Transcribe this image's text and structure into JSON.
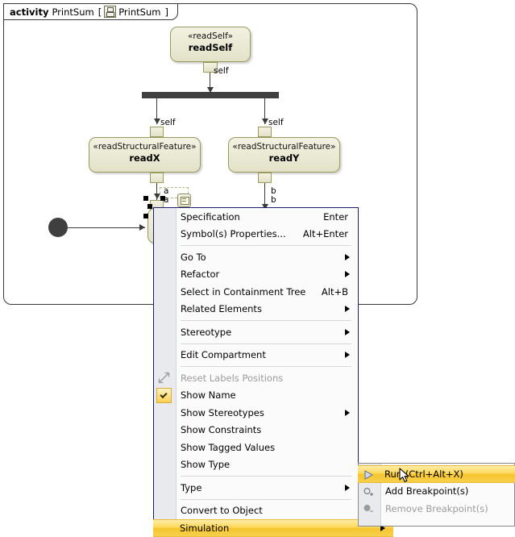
{
  "diagram": {
    "frame_header": {
      "keyword": "activity",
      "name": "PrintSum",
      "bracket_open": "[",
      "icon": "activity-diagram-icon",
      "inner_name": "PrintSum",
      "bracket_close": "]"
    },
    "nodes": [
      {
        "id": "readSelf",
        "stereotype": "«readSelf»",
        "name": "readSelf"
      },
      {
        "id": "readX",
        "stereotype": "«readStructuralFeature»",
        "name": "readX"
      },
      {
        "id": "readY",
        "stereotype": "«readStructuralFeature»",
        "name": "readY"
      }
    ],
    "edge_labels": {
      "self_top": "self",
      "self_left": "self",
      "self_right": "self",
      "a_pin": "a",
      "a_flow": "a",
      "b_pin": "b",
      "b_flow": "b"
    }
  },
  "context_menu": {
    "items": [
      {
        "label": "Specification",
        "accel": "Enter",
        "submenu": false,
        "disabled": false,
        "checked": false,
        "icon": null
      },
      {
        "label": "Symbol(s) Properties...",
        "accel": "Alt+Enter",
        "submenu": false,
        "disabled": false,
        "checked": false,
        "icon": null
      },
      {
        "separator": true
      },
      {
        "label": "Go To",
        "accel": "",
        "submenu": true,
        "disabled": false,
        "checked": false,
        "icon": null
      },
      {
        "label": "Refactor",
        "accel": "",
        "submenu": true,
        "disabled": false,
        "checked": false,
        "icon": null
      },
      {
        "label": "Select in Containment Tree",
        "accel": "Alt+B",
        "submenu": false,
        "disabled": false,
        "checked": false,
        "icon": null
      },
      {
        "label": "Related Elements",
        "accel": "",
        "submenu": true,
        "disabled": false,
        "checked": false,
        "icon": null
      },
      {
        "separator": true
      },
      {
        "label": "Stereotype",
        "accel": "",
        "submenu": true,
        "disabled": false,
        "checked": false,
        "icon": null
      },
      {
        "separator": true
      },
      {
        "label": "Edit Compartment",
        "accel": "",
        "submenu": true,
        "disabled": false,
        "checked": false,
        "icon": null
      },
      {
        "separator": true
      },
      {
        "label": "Reset Labels Positions",
        "accel": "",
        "submenu": false,
        "disabled": true,
        "checked": false,
        "icon": "reset-labels-icon"
      },
      {
        "label": "Show Name",
        "accel": "",
        "submenu": false,
        "disabled": false,
        "checked": true,
        "icon": "checkbox-checked-icon"
      },
      {
        "label": "Show Stereotypes",
        "accel": "",
        "submenu": true,
        "disabled": false,
        "checked": false,
        "icon": null
      },
      {
        "label": "Show Constraints",
        "accel": "",
        "submenu": false,
        "disabled": false,
        "checked": false,
        "icon": null
      },
      {
        "label": "Show Tagged Values",
        "accel": "",
        "submenu": false,
        "disabled": false,
        "checked": false,
        "icon": null
      },
      {
        "label": "Show Type",
        "accel": "",
        "submenu": false,
        "disabled": false,
        "checked": false,
        "icon": null
      },
      {
        "separator": true
      },
      {
        "label": "Type",
        "accel": "",
        "submenu": true,
        "disabled": false,
        "checked": false,
        "icon": null
      },
      {
        "separator": true
      },
      {
        "label": "Convert to Object",
        "accel": "",
        "submenu": false,
        "disabled": false,
        "checked": false,
        "icon": null
      },
      {
        "label": "Simulation",
        "accel": "",
        "submenu": true,
        "disabled": false,
        "checked": false,
        "highlighted": true,
        "icon": null
      }
    ]
  },
  "sub_menu": {
    "items": [
      {
        "label": "Run (Ctrl+Alt+X)",
        "disabled": false,
        "highlighted": true,
        "icon": "run-play-icon"
      },
      {
        "label": "Add Breakpoint(s)",
        "disabled": false,
        "highlighted": false,
        "icon": "add-breakpoint-icon"
      },
      {
        "label": "Remove Breakpoint(s)",
        "disabled": true,
        "highlighted": false,
        "icon": "remove-breakpoint-icon"
      }
    ]
  },
  "colors": {
    "node_fill": "#ecebd8",
    "node_border": "#9a9a5e",
    "fork_bar": "#3f3f3f",
    "menu_highlight": "#ffd85c",
    "menu_border": "#1d1d6e",
    "menu_bg": "#fbfbfb",
    "gutter": "#e9eaee"
  }
}
